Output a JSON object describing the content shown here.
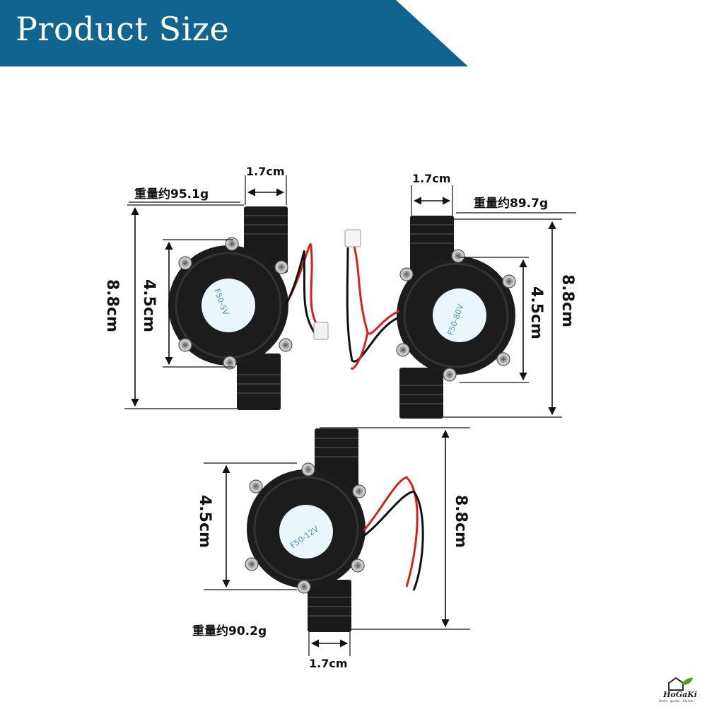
{
  "header": {
    "title": "Product Size"
  },
  "products": [
    {
      "model": "F50-5V",
      "weight": "重量约95.1g",
      "height": "8.8cm",
      "diameter": "4.5cm",
      "thread": "1.7cm"
    },
    {
      "model": "F50-80V",
      "weight": "重量约89.7g",
      "height": "8.8cm",
      "diameter": "4.5cm",
      "thread": "1.7cm"
    },
    {
      "model": "F50-12V",
      "weight": "重量约90.2g",
      "height": "8.8cm",
      "diameter": "4.5cm",
      "thread": "1.7cm"
    }
  ],
  "logo": {
    "name": "HoGaKi",
    "tagline": "Home · garden · kitchen"
  },
  "colors": {
    "banner": "#0f6590",
    "body": "#1c1c1c",
    "label_disc": "#e9f6fb",
    "wire_red": "#d8201c",
    "wire_black": "#111111"
  }
}
